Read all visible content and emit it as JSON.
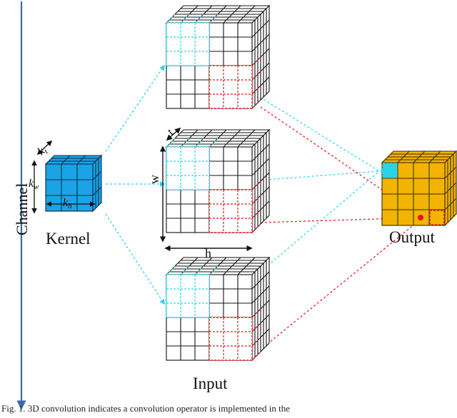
{
  "labels": {
    "channel": "Channel",
    "kernel": "Kernel",
    "input": "Input",
    "output": "Output",
    "kernel_t": "k",
    "kernel_t_sub": "t",
    "kernel_w": "k",
    "kernel_w_sub": "w",
    "kernel_h": "k",
    "kernel_h_sub": "h",
    "dim_t": "t",
    "dim_w": "w",
    "dim_h": "h"
  },
  "caption": "Fig. 1.  3D convolution indicates a convolution operator is implemented in the",
  "colors": {
    "kernel_fill": "#1ba3e8",
    "output_fill": "#f2b400",
    "cyan_highlight": "#2ad4e6",
    "red_highlight": "#e8111a",
    "channel_axis": "#3a6fa0"
  }
}
